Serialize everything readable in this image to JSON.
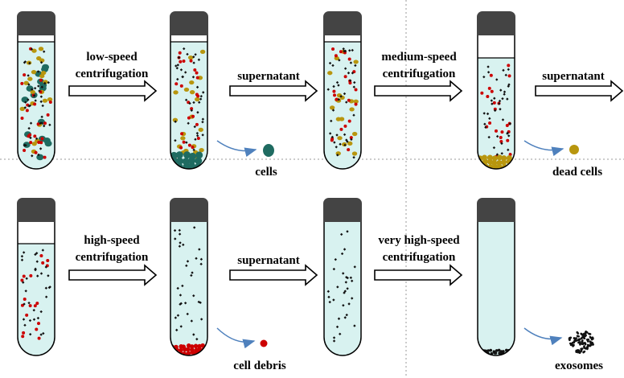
{
  "colors": {
    "liquid": "#d8f2f0",
    "cap": "#444444",
    "cell": "#1f6b61",
    "dead_cell": "#b8960e",
    "debris": "#cc0000",
    "exosome": "#111111",
    "pointer_arrow": "#4f81bd",
    "divider": "#999999"
  },
  "steps": [
    {
      "lines": [
        "low-speed",
        "centrifugation"
      ]
    },
    {
      "lines": [
        "supernatant"
      ]
    },
    {
      "lines": [
        "medium-speed",
        "centrifugation"
      ]
    },
    {
      "lines": [
        "supernatant"
      ]
    },
    {
      "lines": [
        "high-speed",
        "centrifugation"
      ]
    },
    {
      "lines": [
        "supernatant"
      ]
    },
    {
      "lines": [
        "very high-speed",
        "centrifugation"
      ]
    }
  ],
  "products": [
    {
      "label": "cells",
      "icon": "cell-dot"
    },
    {
      "label": "dead cells",
      "icon": "dead-cell-dot"
    },
    {
      "label": "cell debris",
      "icon": "debris-dot"
    },
    {
      "label": "exosomes",
      "icon": "exosome-cluster"
    }
  ]
}
